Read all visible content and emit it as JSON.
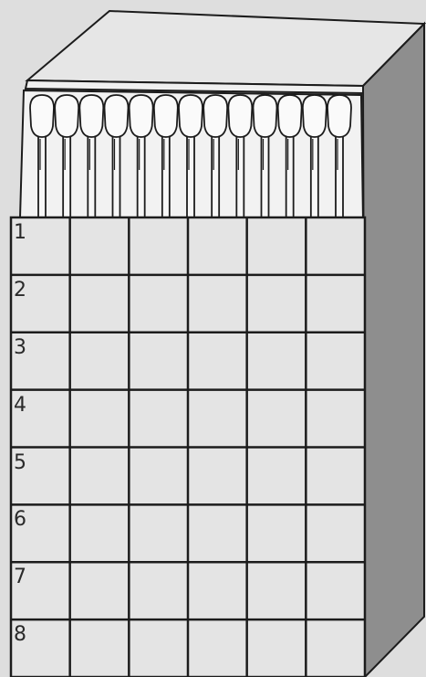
{
  "grid": {
    "columns": 6,
    "row_labels": [
      "1",
      "2",
      "3",
      "4",
      "5",
      "6",
      "7",
      "8"
    ]
  },
  "matches": {
    "count": 13
  },
  "colors": {
    "background": "#dedede",
    "box_top": "#e6e6e6",
    "box_side": "#8e8e8e",
    "grid_face": "#e4e4e4",
    "ink": "#1c1c1c"
  }
}
